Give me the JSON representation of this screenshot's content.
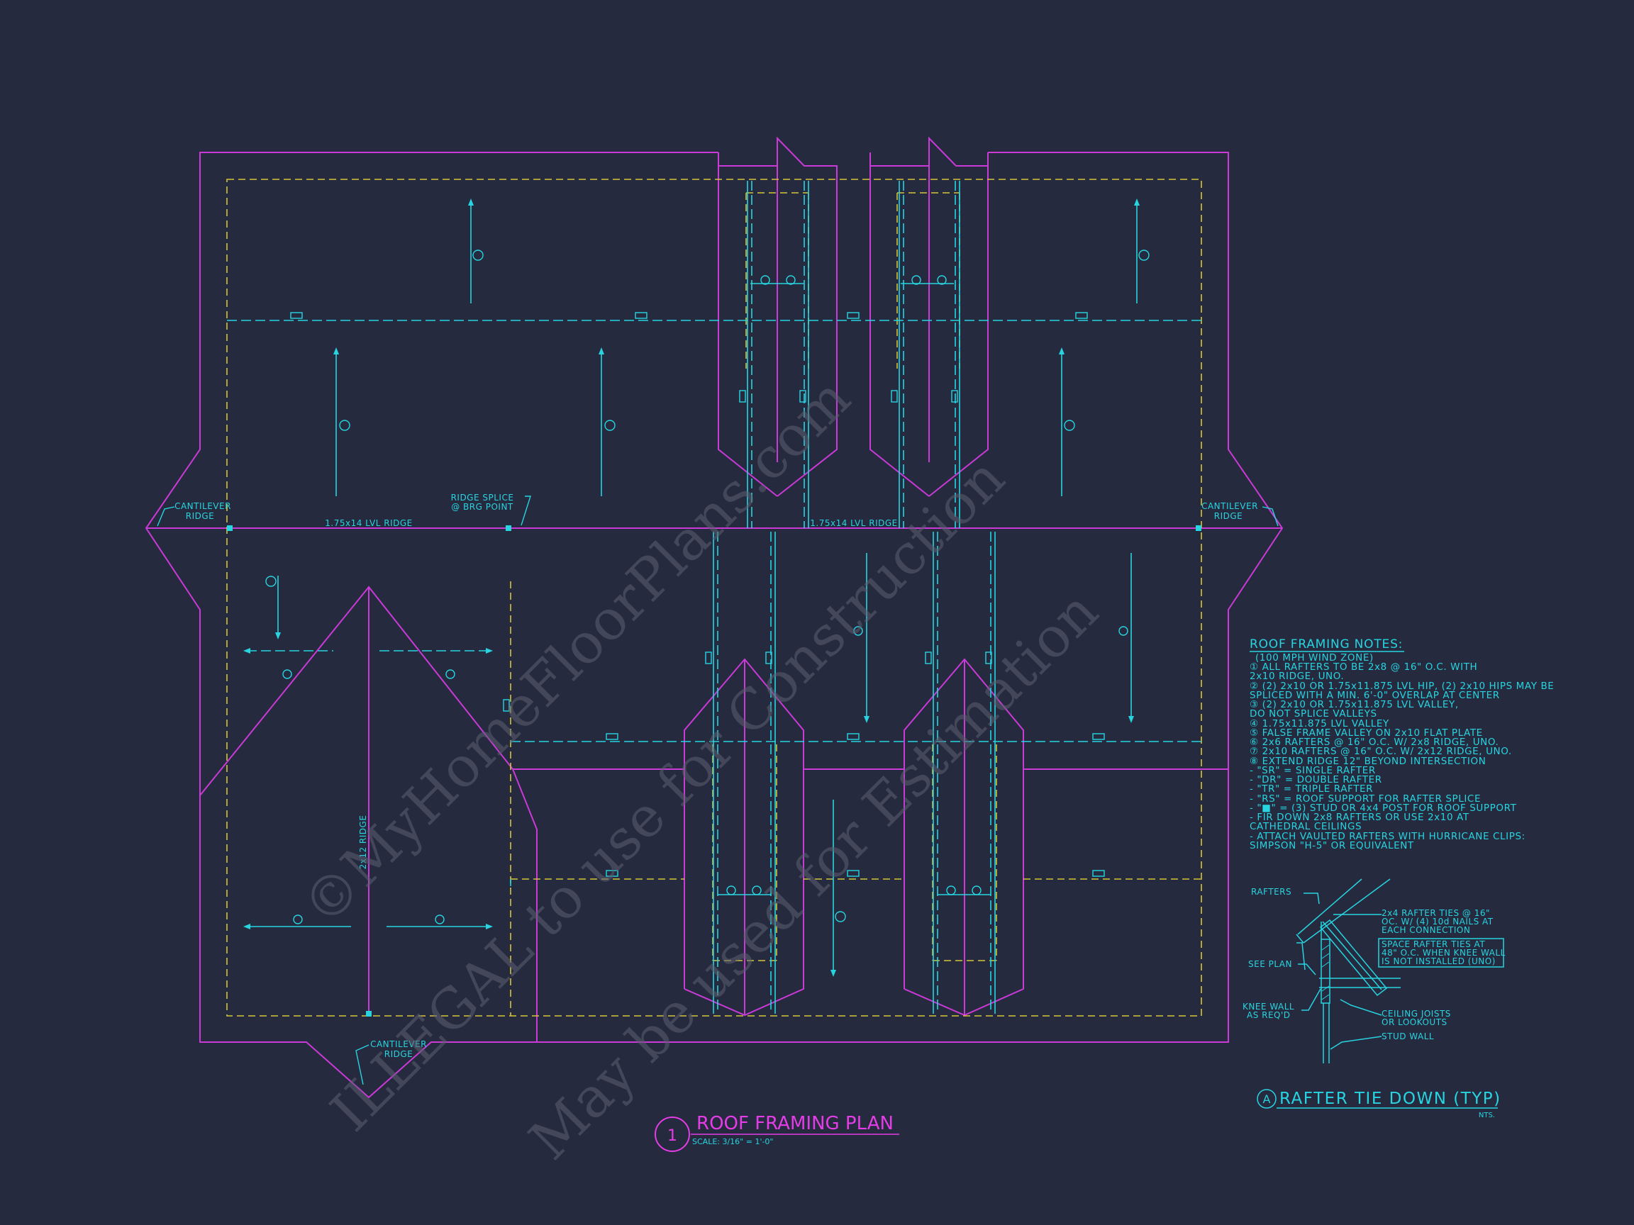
{
  "colors": {
    "background": "#262a3e",
    "wall_outline": "#c93ad6",
    "framing": "#27d4e0",
    "dashed_plate": "#d4c43a",
    "title": "#e43ce6",
    "watermark": "#5b6070"
  },
  "labels": {
    "cantilever_left_1": "CANTILEVER",
    "cantilever_left_2": "RIDGE",
    "cantilever_right_1": "CANTILEVER",
    "cantilever_right_2": "RIDGE",
    "cantilever_bottom_1": "CANTILEVER",
    "cantilever_bottom_2": "RIDGE",
    "ridge_splice_1": "RIDGE SPLICE",
    "ridge_splice_2": "@ BRG POINT",
    "lvl_ridge_left": "1.75x14 LVL RIDGE",
    "lvl_ridge_right": "1.75x14 LVL RIDGE",
    "ridge_2x12": "2x12 RIDGE"
  },
  "notes": {
    "title": "ROOF FRAMING NOTES:",
    "lines": [
      "(100 MPH WIND ZONE)",
      "①  ALL RAFTERS TO BE 2x8 @ 16\" O.C. WITH",
      "     2x10 RIDGE, UNO.",
      "②  (2) 2x10 OR 1.75x11.875 LVL HIP, (2) 2x10 HIPS MAY BE",
      "     SPLICED WITH A MIN. 6'-0\" OVERLAP AT CENTER",
      "③  (2) 2x10 OR 1.75x11.875 LVL VALLEY,",
      "     DO NOT SPLICE VALLEYS",
      "④  1.75x11.875 LVL VALLEY",
      "⑤  FALSE FRAME VALLEY ON 2x10 FLAT PLATE",
      "⑥  2x6 RAFTERS @ 16\" O.C. W/ 2x8 RIDGE, UNO.",
      "⑦  2x10 RAFTERS @ 16\" O.C. W/ 2x12 RIDGE, UNO.",
      "⑧  EXTEND RIDGE 12\" BEYOND INTERSECTION",
      "-   \"SR\" = SINGLE RAFTER",
      "-   \"DR\" = DOUBLE RAFTER",
      "-   \"TR\" = TRIPLE RAFTER",
      "-   \"RS\" = ROOF SUPPORT FOR RAFTER SPLICE",
      "-   \"■\"   = (3) STUD OR 4x4 POST FOR ROOF SUPPORT",
      "-   FIR DOWN 2x8 RAFTERS OR USE 2x10 AT",
      "     CATHEDRAL CEILINGS",
      "-   ATTACH VAULTED RAFTERS WITH HURRICANE CLIPS:",
      "     SIMPSON \"H-5\" OR EQUIVALENT"
    ]
  },
  "detail": {
    "rafters": "RAFTERS",
    "ties_1": "2x4 RAFTER TIES @ 16\"",
    "ties_2": "OC. W/ (4) 10d NAILS AT",
    "ties_3": "EACH CONNECTION",
    "space_1": "SPACE RAFTER TIES AT",
    "space_2": "48\" O.C. WHEN KNEE WALL",
    "space_3": "IS NOT INSTALLED (UNO)",
    "see_plan": "SEE PLAN",
    "knee_1": "KNEE WALL",
    "knee_2": "AS REQ'D",
    "ceiling_1": "CEILING JOISTS",
    "ceiling_2": "OR LOOKOUTS",
    "stud_wall": "STUD WALL",
    "tag": "A",
    "title": "RAFTER TIE DOWN (TYP)",
    "nts": "NTS."
  },
  "title_block": {
    "number": "1",
    "title": "ROOF FRAMING PLAN",
    "scale": "SCALE: 3/16\" = 1'-0\""
  },
  "watermark": {
    "line1": "©MyHomeFloorPlans.com",
    "line2": "ILLEGAL to use for Construction",
    "line3": "May be used for Estimation"
  }
}
